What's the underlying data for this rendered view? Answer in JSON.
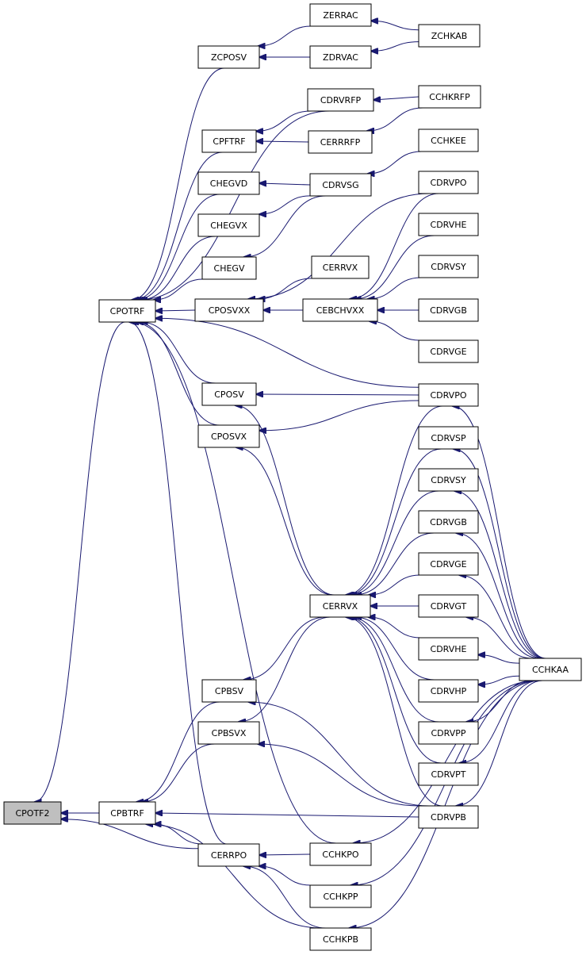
{
  "graph": {
    "title": "",
    "edge_color": "#191970",
    "root_fill": "#bfbfbf",
    "nodes": [
      {
        "id": "CPOTF2",
        "label": "CPOTF2",
        "root": true
      },
      {
        "id": "CPOTRF",
        "label": "CPOTRF"
      },
      {
        "id": "CPBTRF",
        "label": "CPBTRF"
      },
      {
        "id": "CERRPO",
        "label": "CERRPO"
      },
      {
        "id": "ZCPOSV",
        "label": "ZCPOSV"
      },
      {
        "id": "ZERRAC",
        "label": "ZERRAC"
      },
      {
        "id": "ZDRVAC",
        "label": "ZDRVAC"
      },
      {
        "id": "ZCHKAB",
        "label": "ZCHKAB"
      },
      {
        "id": "CDRVRFP",
        "label": "CDRVRFP"
      },
      {
        "id": "CCHKRFP",
        "label": "CCHKRFP"
      },
      {
        "id": "CPFTRF",
        "label": "CPFTRF"
      },
      {
        "id": "CERRRFP",
        "label": "CERRRFP"
      },
      {
        "id": "CCHKEE",
        "label": "CCHKEE"
      },
      {
        "id": "CHEGVD",
        "label": "CHEGVD"
      },
      {
        "id": "CDRVSG",
        "label": "CDRVSG"
      },
      {
        "id": "CDRVPO_1",
        "label": "CDRVPO"
      },
      {
        "id": "CHEGVX",
        "label": "CHEGVX"
      },
      {
        "id": "CDRVHE_1",
        "label": "CDRVHE"
      },
      {
        "id": "CHEGV",
        "label": "CHEGV"
      },
      {
        "id": "CDRVSY_1",
        "label": "CDRVSY"
      },
      {
        "id": "CERRVX_1",
        "label": "CERRVX"
      },
      {
        "id": "CPOSVXX",
        "label": "CPOSVXX"
      },
      {
        "id": "CEBCHVXX",
        "label": "CEBCHVXX"
      },
      {
        "id": "CDRVGB_1",
        "label": "CDRVGB"
      },
      {
        "id": "CDRVGE_1",
        "label": "CDRVGE"
      },
      {
        "id": "CPOSV",
        "label": "CPOSV"
      },
      {
        "id": "CDRVPO_2",
        "label": "CDRVPO"
      },
      {
        "id": "CPOSVX",
        "label": "CPOSVX"
      },
      {
        "id": "CDRVSP",
        "label": "CDRVSP"
      },
      {
        "id": "CDRVSY_2",
        "label": "CDRVSY"
      },
      {
        "id": "CDRVGB_2",
        "label": "CDRVGB"
      },
      {
        "id": "CDRVGE_2",
        "label": "CDRVGE"
      },
      {
        "id": "CERRVX_2",
        "label": "CERRVX"
      },
      {
        "id": "CDRVGT",
        "label": "CDRVGT"
      },
      {
        "id": "CDRVHE_2",
        "label": "CDRVHE"
      },
      {
        "id": "CCHKAA",
        "label": "CCHKAA"
      },
      {
        "id": "CPBSV",
        "label": "CPBSV"
      },
      {
        "id": "CDRVHP",
        "label": "CDRVHP"
      },
      {
        "id": "CPBSVX",
        "label": "CPBSVX"
      },
      {
        "id": "CDRVPP",
        "label": "CDRVPP"
      },
      {
        "id": "CDRVPT",
        "label": "CDRVPT"
      },
      {
        "id": "CDRVPB",
        "label": "CDRVPB"
      },
      {
        "id": "CCHKPO",
        "label": "CCHKPO"
      },
      {
        "id": "CCHKPP",
        "label": "CCHKPP"
      },
      {
        "id": "CCHKPB",
        "label": "CCHKPB"
      }
    ],
    "edges": [
      {
        "from": "CPOTRF",
        "to": "CPOTF2"
      },
      {
        "from": "CPBTRF",
        "to": "CPOTF2"
      },
      {
        "from": "CERRPO",
        "to": "CPOTF2"
      },
      {
        "from": "ZCPOSV",
        "to": "CPOTRF"
      },
      {
        "from": "CDRVRFP",
        "to": "CPOTRF"
      },
      {
        "from": "CPFTRF",
        "to": "CPOTRF"
      },
      {
        "from": "CHEGVD",
        "to": "CPOTRF"
      },
      {
        "from": "CHEGVX",
        "to": "CPOTRF"
      },
      {
        "from": "CHEGV",
        "to": "CPOTRF"
      },
      {
        "from": "CPOSVXX",
        "to": "CPOTRF"
      },
      {
        "from": "CDRVPO_2",
        "to": "CPOTRF"
      },
      {
        "from": "CPOSV",
        "to": "CPOTRF"
      },
      {
        "from": "CPOSVX",
        "to": "CPOTRF"
      },
      {
        "from": "CERRPO",
        "to": "CPOTRF"
      },
      {
        "from": "CCHKPO",
        "to": "CPOTRF"
      },
      {
        "from": "ZERRAC",
        "to": "ZCPOSV"
      },
      {
        "from": "ZDRVAC",
        "to": "ZCPOSV"
      },
      {
        "from": "ZCHKAB",
        "to": "ZERRAC"
      },
      {
        "from": "ZCHKAB",
        "to": "ZDRVAC"
      },
      {
        "from": "CCHKRFP",
        "to": "CDRVRFP"
      },
      {
        "from": "CDRVRFP",
        "to": "CPFTRF"
      },
      {
        "from": "CERRRFP",
        "to": "CPFTRF"
      },
      {
        "from": "CCHKRFP",
        "to": "CERRRFP"
      },
      {
        "from": "CDRVSG",
        "to": "CHEGVD"
      },
      {
        "from": "CDRVSG",
        "to": "CHEGVX"
      },
      {
        "from": "CDRVSG",
        "to": "CHEGV"
      },
      {
        "from": "CCHKEE",
        "to": "CDRVSG"
      },
      {
        "from": "CEBCHVXX",
        "to": "CPOSVXX"
      },
      {
        "from": "CERRVX_1",
        "to": "CPOSVXX"
      },
      {
        "from": "CDRVPO_1",
        "to": "CPOSVXX"
      },
      {
        "from": "CDRVPO_1",
        "to": "CEBCHVXX"
      },
      {
        "from": "CDRVHE_1",
        "to": "CEBCHVXX"
      },
      {
        "from": "CDRVSY_1",
        "to": "CEBCHVXX"
      },
      {
        "from": "CDRVGB_1",
        "to": "CEBCHVXX"
      },
      {
        "from": "CDRVGE_1",
        "to": "CEBCHVXX"
      },
      {
        "from": "CDRVPO_2",
        "to": "CPOSV"
      },
      {
        "from": "CERRVX_2",
        "to": "CPOSV"
      },
      {
        "from": "CDRVPO_2",
        "to": "CPOSVX"
      },
      {
        "from": "CERRVX_2",
        "to": "CPOSVX"
      },
      {
        "from": "CDRVPO_2",
        "to": "CERRVX_2"
      },
      {
        "from": "CDRVSP",
        "to": "CERRVX_2"
      },
      {
        "from": "CDRVSY_2",
        "to": "CERRVX_2"
      },
      {
        "from": "CDRVGB_2",
        "to": "CERRVX_2"
      },
      {
        "from": "CDRVGE_2",
        "to": "CERRVX_2"
      },
      {
        "from": "CDRVGT",
        "to": "CERRVX_2"
      },
      {
        "from": "CDRVHE_2",
        "to": "CERRVX_2"
      },
      {
        "from": "CDRVHP",
        "to": "CERRVX_2"
      },
      {
        "from": "CDRVPP",
        "to": "CERRVX_2"
      },
      {
        "from": "CDRVPT",
        "to": "CERRVX_2"
      },
      {
        "from": "CDRVPB",
        "to": "CERRVX_2"
      },
      {
        "from": "CERRVX_2",
        "to": "CPBSV"
      },
      {
        "from": "CERRVX_2",
        "to": "CPBSVX"
      },
      {
        "from": "CDRVPB",
        "to": "CPBSV"
      },
      {
        "from": "CDRVPB",
        "to": "CPBSVX"
      },
      {
        "from": "CPBSV",
        "to": "CPBTRF"
      },
      {
        "from": "CPBSVX",
        "to": "CPBTRF"
      },
      {
        "from": "CDRVPB",
        "to": "CPBTRF"
      },
      {
        "from": "CERRPO",
        "to": "CPBTRF"
      },
      {
        "from": "CCHKPB",
        "to": "CPBTRF"
      },
      {
        "from": "CCHKPO",
        "to": "CERRPO"
      },
      {
        "from": "CCHKPP",
        "to": "CERRPO"
      },
      {
        "from": "CCHKPB",
        "to": "CERRPO"
      },
      {
        "from": "CCHKAA",
        "to": "CDRVPO_2"
      },
      {
        "from": "CCHKAA",
        "to": "CDRVSP"
      },
      {
        "from": "CCHKAA",
        "to": "CDRVSY_2"
      },
      {
        "from": "CCHKAA",
        "to": "CDRVGB_2"
      },
      {
        "from": "CCHKAA",
        "to": "CDRVGE_2"
      },
      {
        "from": "CCHKAA",
        "to": "CDRVGT"
      },
      {
        "from": "CCHKAA",
        "to": "CDRVHE_2"
      },
      {
        "from": "CCHKAA",
        "to": "CDRVHP"
      },
      {
        "from": "CCHKAA",
        "to": "CDRVPP"
      },
      {
        "from": "CCHKAA",
        "to": "CDRVPT"
      },
      {
        "from": "CCHKAA",
        "to": "CDRVPB"
      },
      {
        "from": "CCHKAA",
        "to": "CCHKPO"
      },
      {
        "from": "CCHKAA",
        "to": "CCHKPP"
      },
      {
        "from": "CCHKAA",
        "to": "CCHKPB"
      }
    ]
  }
}
